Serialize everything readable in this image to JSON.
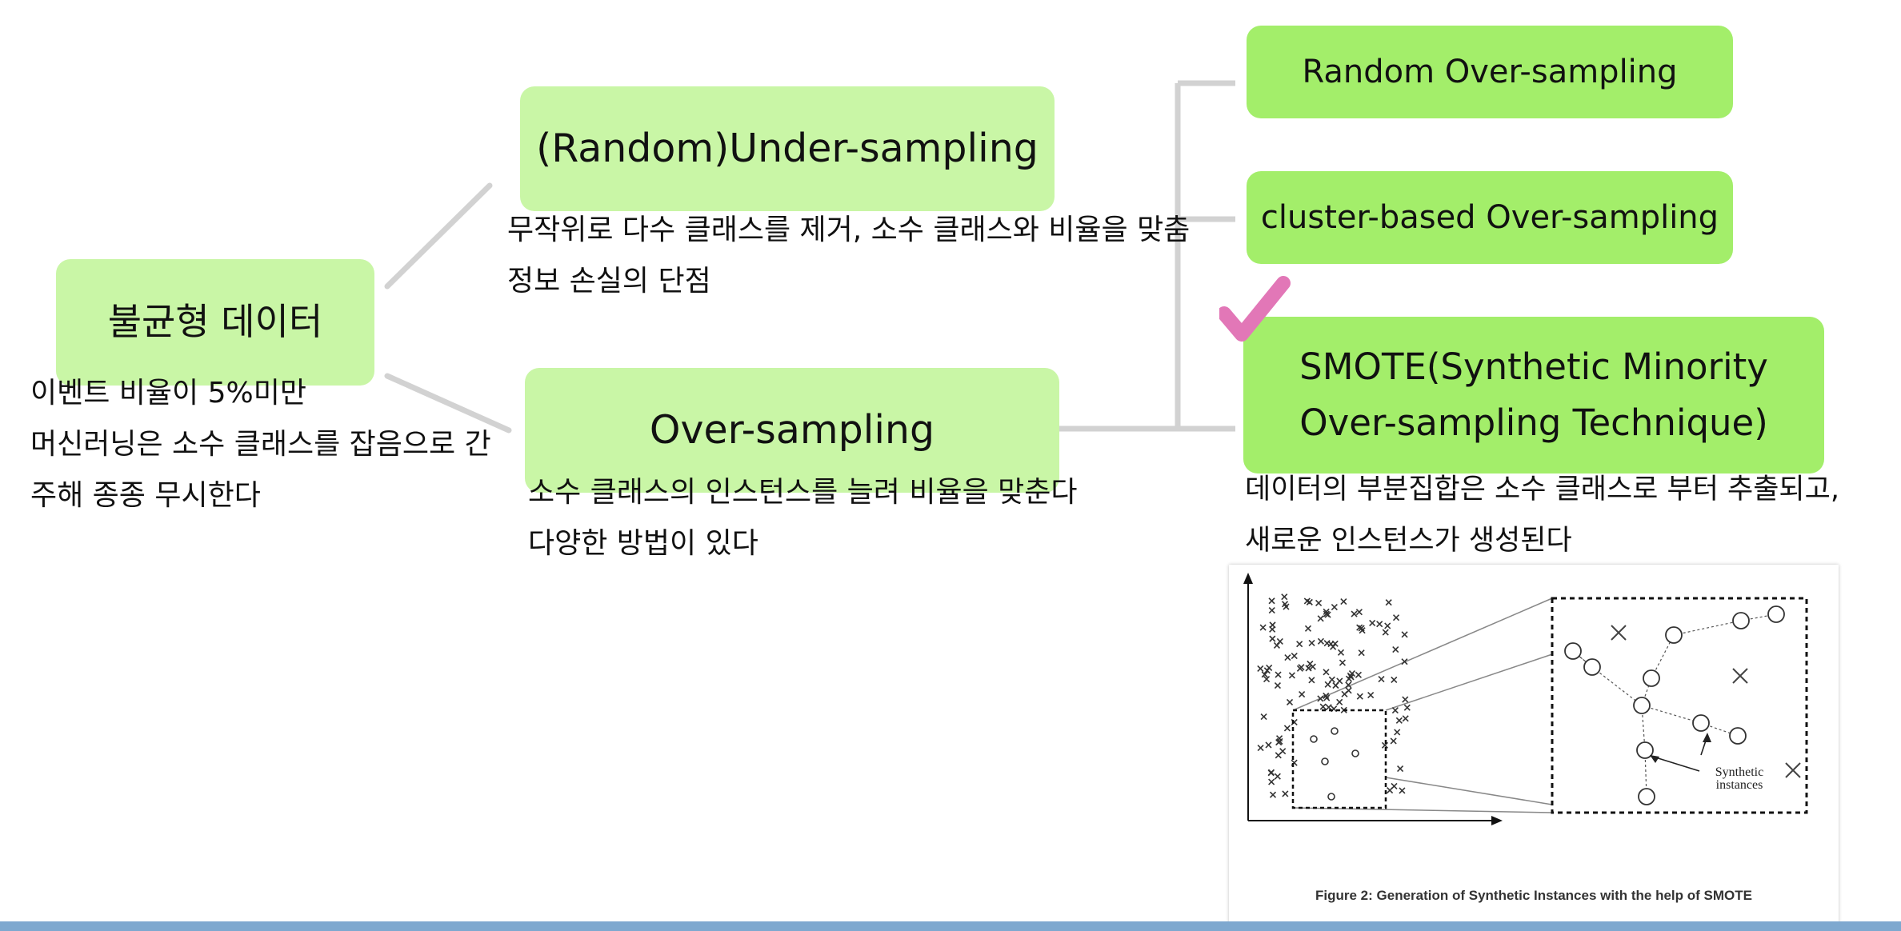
{
  "root": {
    "title": "불균형 데이터",
    "notes": [
      "이벤트 비율이 5%미만",
      "머신러닝은 소수 클래스를 잡음으로 간",
      "주해 종종 무시한다"
    ]
  },
  "under": {
    "title": "(Random)Under-sampling",
    "notes": [
      "무작위로 다수 클래스를 제거, 소수 클래스와 비율을 맞춤",
      "정보 손실의 단점"
    ]
  },
  "over": {
    "title": "Over-sampling",
    "notes": [
      "소수 클래스의 인스턴스를 늘려 비율을 맞춘다",
      "다양한 방법이 있다"
    ]
  },
  "methods": {
    "random": "Random Over-sampling",
    "cluster": "cluster-based Over-sampling",
    "smote_line1": "SMOTE(Synthetic Minority",
    "smote_line2": "Over-sampling Technique)",
    "smote_notes": [
      "데이터의 부분집합은 소수 클래스로 부터 추출되고,",
      "새로운 인스턴스가 생성된다"
    ]
  },
  "figure": {
    "caption": "Figure 2: Generation of Synthetic Instances with the help of SMOTE",
    "label_line1": "Synthetic",
    "label_line2": "instances"
  },
  "colors": {
    "light_node": "#c9f6a6",
    "bright_node": "#a3ee6a",
    "checkmark": "#e277b7",
    "bottom_bar": "#7ea8cf"
  },
  "icons": {
    "check": "check-icon"
  }
}
